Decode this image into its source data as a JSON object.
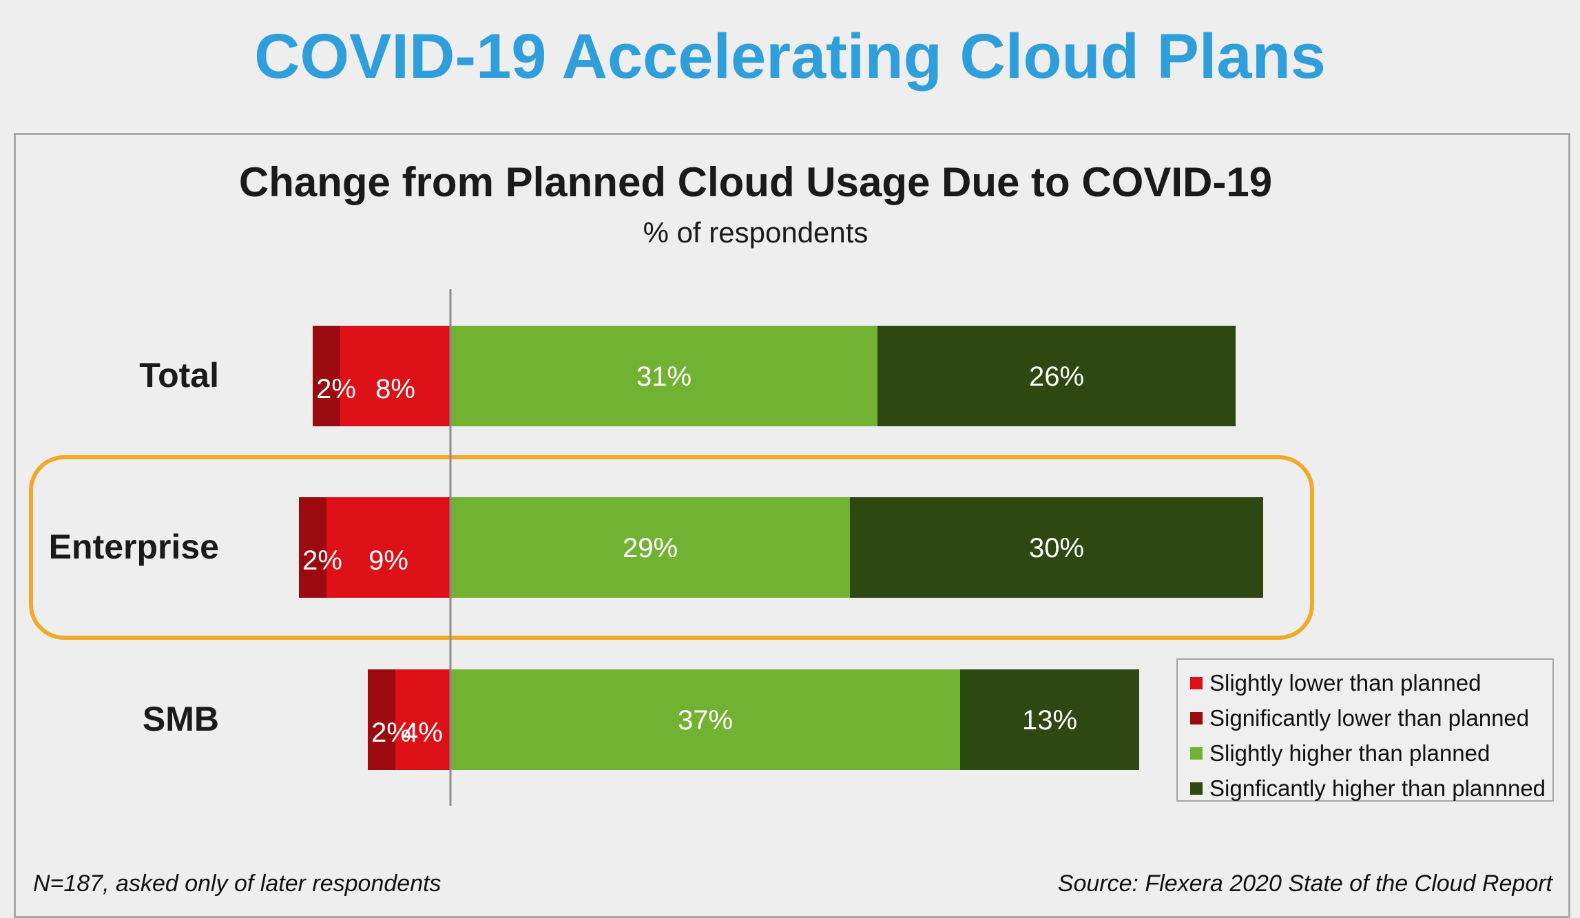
{
  "slide_title": "COVID-19 Accelerating Cloud Plans",
  "footnote": "N=187, asked only of later respondents",
  "source": "Source: Flexera 2020 State of the Cloud Report",
  "colors": {
    "title": "#2f9fdc",
    "slightly_lower": "#dc1016",
    "significantly_lower": "#9b0a0e",
    "slightly_higher": "#72b232",
    "significantly_higher": "#2e4812",
    "highlight_box": "#f0a928"
  },
  "chart_data": {
    "type": "bar",
    "orientation": "horizontal",
    "stacked": "diverging",
    "title": "Change from Planned Cloud Usage Due to COVID-19",
    "subtitle": "% of respondents",
    "categories": [
      "Total",
      "Enterprise",
      "SMB"
    ],
    "highlighted_category": "Enterprise",
    "series": [
      {
        "name": "Significantly lower than planned",
        "side": "negative",
        "color": "#9b0a0e",
        "values": [
          2,
          2,
          2
        ],
        "labels": [
          "2%",
          "2%",
          "2%"
        ]
      },
      {
        "name": "Slightly lower than planned",
        "side": "negative",
        "color": "#dc1016",
        "values": [
          8,
          9,
          4
        ],
        "labels": [
          "8%",
          "9%",
          "4%"
        ]
      },
      {
        "name": "Slightly higher than planned",
        "side": "positive",
        "color": "#72b232",
        "values": [
          31,
          29,
          37
        ],
        "labels": [
          "31%",
          "29%",
          "37%"
        ]
      },
      {
        "name": "Signficantly higher than plannned",
        "side": "positive",
        "color": "#2e4812",
        "values": [
          26,
          30,
          13
        ],
        "labels": [
          "26%",
          "30%",
          "13%"
        ]
      }
    ],
    "legend": {
      "position": "bottom-right",
      "entries": [
        {
          "label": "Slightly lower than planned",
          "color": "#dc1016"
        },
        {
          "label": "Significantly lower than planned",
          "color": "#9b0a0e"
        },
        {
          "label": "Slightly higher than planned",
          "color": "#72b232"
        },
        {
          "label": "Signficantly higher than plannned",
          "color": "#2e4812"
        }
      ]
    },
    "grid": false
  }
}
